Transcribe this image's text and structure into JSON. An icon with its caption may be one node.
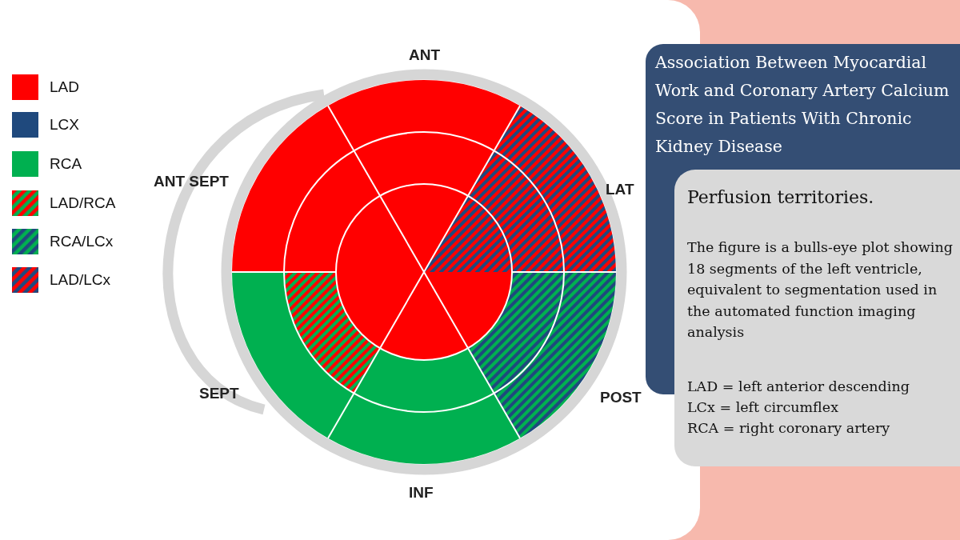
{
  "diagram": {
    "title": "Association Between Myocardial Work and Coronary Artery Calcium Score in Patients With Chronic Kidney Disease",
    "nodes": [
      {
        "text": [
          "Perfusion territories.",
          "The figure is a bulls-eye plot showing 18 segments of the left ventricle, equivalent to segmentation used in the automated function imaging analysis",
          "LAD = left anterior descending",
          "LCx = left circumflex",
          "RCA = right coronary artery"
        ]
      }
    ],
    "labels": [
      "ANT",
      "ANT SEPT",
      "LAT",
      "SEPT",
      "POST",
      "INF"
    ],
    "legend": [
      {
        "text": "LAD",
        "color": "#ff0000"
      },
      {
        "text": "LCX",
        "color": "#1f497d"
      },
      {
        "text": "RCA",
        "color": "#00b050"
      },
      {
        "text": "LAD/RCA"
      },
      {
        "text": "RCA/LCx"
      },
      {
        "text": "LAD/LCx"
      }
    ]
  }
}
